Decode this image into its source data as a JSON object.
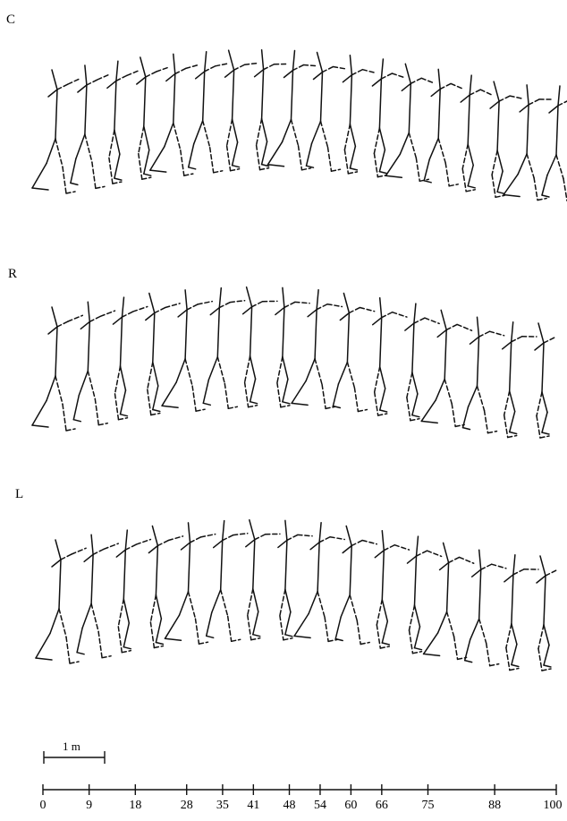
{
  "panels": [
    {
      "label": "C",
      "phase_count": 18
    },
    {
      "label": "R",
      "phase_count": 16
    },
    {
      "label": "L",
      "phase_count": 16
    }
  ],
  "scale_bar": {
    "label": "1 m"
  },
  "axis": {
    "min": 0,
    "max": 100,
    "ticks": [
      0,
      9,
      18,
      28,
      35,
      41,
      48,
      54,
      60,
      66,
      75,
      88,
      100
    ]
  },
  "colors": {
    "ink": "#111111",
    "background": "#ffffff"
  }
}
